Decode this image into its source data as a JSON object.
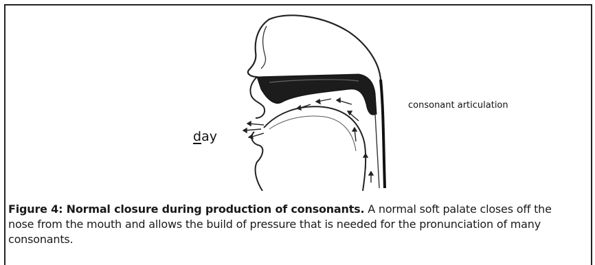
{
  "diagram": {
    "word_prefix": "d",
    "word_rest": "ay",
    "side_label": "consonant articulation"
  },
  "caption": {
    "title": "Figure 4: Normal closure during production of consonants.",
    "body": " A normal soft palate closes off the nose from the mouth and allows the build of pressure that is needed for the pronunciation of many consonants."
  }
}
